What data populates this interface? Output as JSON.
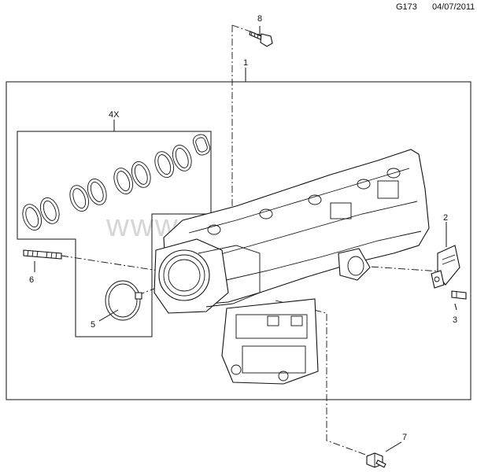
{
  "header": {
    "code": "G173",
    "date": "04/07/2011"
  },
  "watermark": "www.emex.ru",
  "callouts": [
    {
      "id": "c1",
      "label": "1"
    },
    {
      "id": "c2",
      "label": "2"
    },
    {
      "id": "c3",
      "label": "3"
    },
    {
      "id": "c4x",
      "label": "4X"
    },
    {
      "id": "c5",
      "label": "5"
    },
    {
      "id": "c6",
      "label": "6"
    },
    {
      "id": "c7",
      "label": "7"
    },
    {
      "id": "c8",
      "label": "8"
    }
  ]
}
